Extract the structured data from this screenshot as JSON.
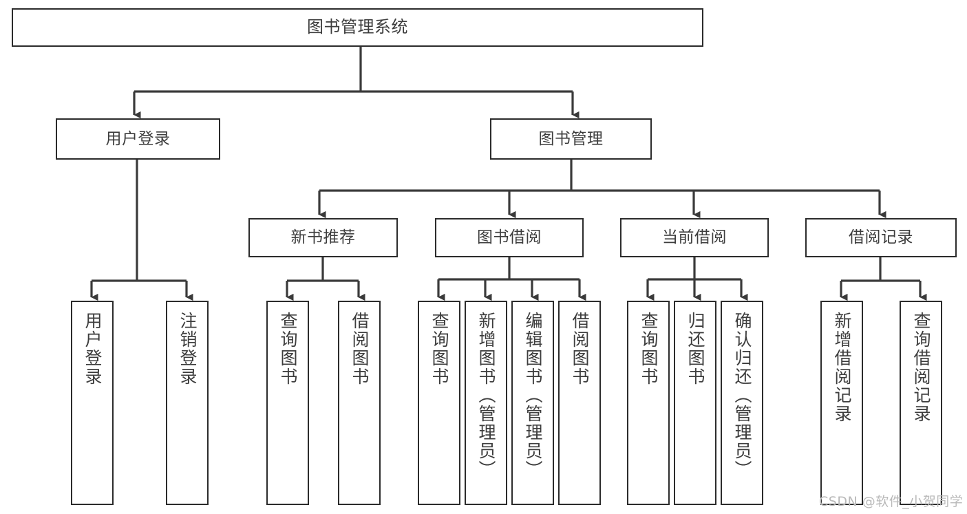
{
  "diagram": {
    "title": "图书管理系统",
    "type": "tree",
    "background_color": "#ffffff",
    "border_color": "#2b2b2b",
    "text_color": "#3d3d3d",
    "watermark": "CSDN @软件_小贺同学"
  },
  "nodes": {
    "root": {
      "label": "图书管理系统",
      "level": 1
    },
    "level2": [
      {
        "id": "user-login",
        "label": "用户登录"
      },
      {
        "id": "book-management",
        "label": "图书管理"
      }
    ],
    "level3": [
      {
        "id": "new-book-recommend",
        "label": "新书推荐",
        "parent": "book-management"
      },
      {
        "id": "book-borrow",
        "label": "图书借阅",
        "parent": "book-management"
      },
      {
        "id": "current-borrow",
        "label": "当前借阅",
        "parent": "book-management"
      },
      {
        "id": "borrow-record",
        "label": "借阅记录",
        "parent": "book-management"
      }
    ],
    "leaves": [
      {
        "id": "leaf-user-login",
        "label": "用户登录",
        "parent": "user-login"
      },
      {
        "id": "leaf-logout-login",
        "label": "注销登录",
        "parent": "user-login"
      },
      {
        "id": "leaf-query-book-1",
        "label": "查询图书",
        "parent": "new-book-recommend"
      },
      {
        "id": "leaf-borrow-book-1",
        "label": "借阅图书",
        "parent": "new-book-recommend"
      },
      {
        "id": "leaf-query-book-2",
        "label": "查询图书",
        "parent": "book-borrow"
      },
      {
        "id": "leaf-add-book",
        "label": "新增图书（管理员）",
        "parent": "book-borrow"
      },
      {
        "id": "leaf-edit-book",
        "label": "编辑图书（管理员）",
        "parent": "book-borrow"
      },
      {
        "id": "leaf-borrow-book-2",
        "label": "借阅图书",
        "parent": "book-borrow"
      },
      {
        "id": "leaf-query-book-3",
        "label": "查询图书",
        "parent": "current-borrow"
      },
      {
        "id": "leaf-return-book",
        "label": "归还图书",
        "parent": "current-borrow"
      },
      {
        "id": "leaf-confirm-return",
        "label": "确认归还（管理员）",
        "parent": "current-borrow"
      },
      {
        "id": "leaf-add-record",
        "label": "新增借阅记录",
        "parent": "borrow-record"
      },
      {
        "id": "leaf-query-record",
        "label": "查询借阅记录",
        "parent": "borrow-record"
      }
    ]
  }
}
